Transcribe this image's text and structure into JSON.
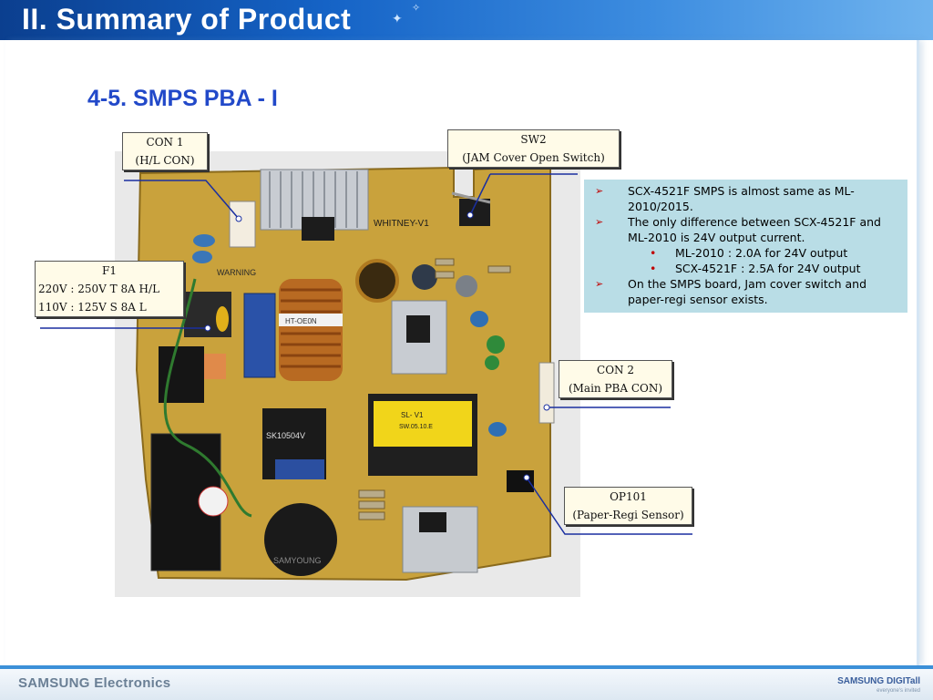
{
  "header": {
    "title": "II. Summary of Product"
  },
  "subtitle": "4-5. SMPS PBA - I",
  "labels": {
    "con1": {
      "line1": "CON 1",
      "line2": "(H/L CON)"
    },
    "sw2": {
      "line1": "SW2",
      "line2": "(JAM Cover Open Switch)"
    },
    "f1": {
      "line1": "F1",
      "line2": "220V : 250V T 8A H/L",
      "line3": "110V : 125V S 8A  L"
    },
    "con2": {
      "line1": "CON 2",
      "line2": "(Main PBA CON)"
    },
    "op101": {
      "line1": "OP101",
      "line2": "(Paper-Regi Sensor)"
    }
  },
  "info": {
    "item1": "SCX-4521F SMPS is almost same as ML-2010/2015.",
    "item2": "The only difference between SCX-4521F and ML-2010 is 24V output current.",
    "sub1": "ML-2010 : 2.0A for 24V output",
    "sub2": "SCX-4521F : 2.5A for 24V output",
    "item3": "On the SMPS board, Jam cover switch and paper-regi sensor exists."
  },
  "board_marks": {
    "whitney": "WHITNEY-V1",
    "warning": "WARNING",
    "sl": "SL- V1",
    "sw": "SW.05.10.E",
    "ic": "SK10504V",
    "samyoung": "SAMYOUNG",
    "ht": "HT-OE0N"
  },
  "footer": {
    "left": "SAMSUNG Electronics",
    "right": "SAMSUNG DIGITall",
    "tagline": "everyone's invited"
  },
  "colors": {
    "accent": "#2249c9",
    "header": "#1563c6",
    "info_bg": "#b9dde6",
    "pcb": "#c9a23c"
  }
}
